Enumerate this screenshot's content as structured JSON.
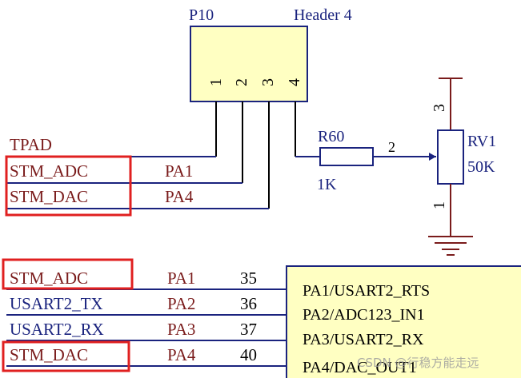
{
  "colors": {
    "net_wire": "#1a237e",
    "component_outline": "#1a237e",
    "component_fill": "#ffffc2",
    "red_wire": "#7a1b1b",
    "highlight_box": "#e02020",
    "label_text": "#7a1b1b",
    "designator_text": "#1a237e",
    "ground": "#7a1b1b"
  },
  "connector": {
    "designator": "P10",
    "value": "Header 4",
    "pins": [
      "1",
      "2",
      "3",
      "4"
    ]
  },
  "top_left": {
    "tpad_label": "TPAD",
    "nets": [
      {
        "name": "STM_ADC",
        "pin": "PA1"
      },
      {
        "name": "STM_DAC",
        "pin": "PA4"
      }
    ]
  },
  "resistor": {
    "designator": "R60",
    "value": "1K"
  },
  "potentiometer": {
    "designator": "RV1",
    "value": "50K",
    "pins": {
      "top": "3",
      "wiper": "2",
      "bottom": "1"
    }
  },
  "mcu": {
    "rows": [
      {
        "net": "STM_ADC",
        "port": "PA1",
        "pin_number": "35",
        "function": "PA1/USART2_RTS"
      },
      {
        "net": "USART2_TX",
        "port": "PA2",
        "pin_number": "36",
        "function": "PA2/ADC123_IN1"
      },
      {
        "net": "USART2_RX",
        "port": "PA3",
        "pin_number": "37",
        "function": "PA3/USART2_RX"
      },
      {
        "net": "STM_DAC",
        "port": "PA4",
        "pin_number": "40",
        "function": "PA4/DAC_OUT1"
      }
    ]
  },
  "watermark": "CSDN @行稳方能走远"
}
